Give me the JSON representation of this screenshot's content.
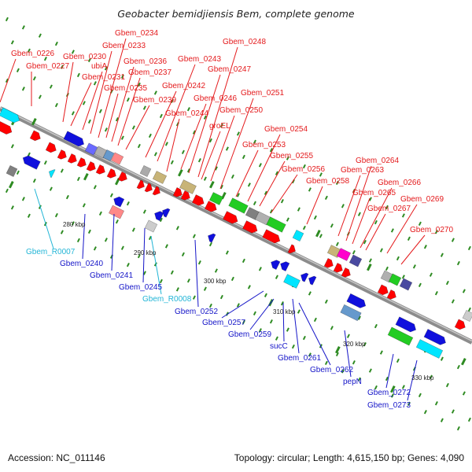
{
  "title": "Geobacter bemidjiensis Bem, complete genome",
  "footer": {
    "accession": "Accession: NC_011146",
    "topology": "Topology: circular; Length: 4,615,150 bp; Genes: 4,090"
  },
  "colors": {
    "forward_label": "#e41a1c",
    "reverse_label": "#1515c8",
    "rna_label": "#22b5d6",
    "backbone": "#9a9a9a",
    "forward_gene": "#ff0000",
    "reverse_gene": "#0000ee",
    "tick": "#2e8b22"
  },
  "kbp_ticks": [
    "280 kbp",
    "290 kbp",
    "300 kbp",
    "310 kbp",
    "320 kbp",
    "330 kbp"
  ],
  "forward_labels": [
    "Gbem_0226",
    "Gbem_0227",
    "Gbem_0230",
    "Gbem_0231",
    "ubiA",
    "Gbem_0233",
    "Gbem_0234",
    "Gbem_0235",
    "Gbem_0236",
    "Gbem_0237",
    "Gbem_0239",
    "Gbem_0242",
    "Gbem_0243",
    "Gbem_0244",
    "Gbem_0246",
    "Gbem_0247",
    "Gbem_0248",
    "groEL",
    "Gbem_0250",
    "Gbem_0251",
    "Gbem_0253",
    "Gbem_0254",
    "Gbem_0255",
    "Gbem_0256",
    "Gbem_0258",
    "Gbem_0263",
    "Gbem_0264",
    "Gbem_0265",
    "Gbem_0266",
    "Gbem_0267",
    "Gbem_0269",
    "Gbem_0270"
  ],
  "reverse_labels": [
    "Gbem_R0007",
    "Gbem_0240",
    "Gbem_0241",
    "Gbem_0245",
    "Gbem_R0008",
    "Gbem_0252",
    "Gbem_0257",
    "Gbem_0259",
    "sucC",
    "Gbem_0261",
    "Gbem_0262",
    "pepN",
    "Gbem_0272",
    "Gbem_0273"
  ]
}
